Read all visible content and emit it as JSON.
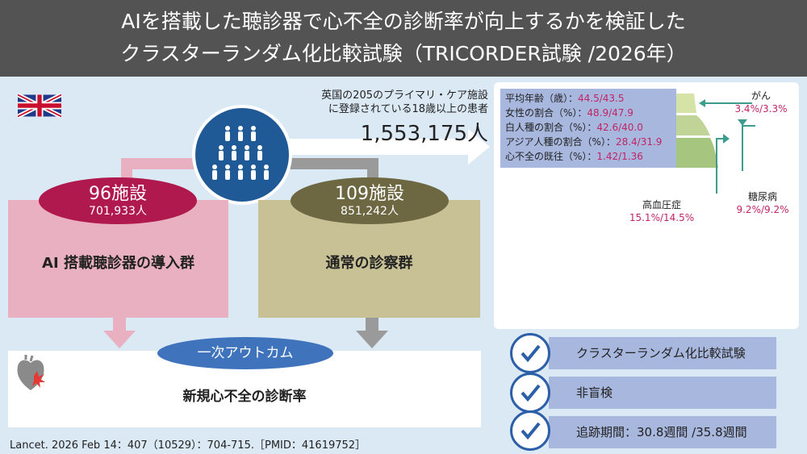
{
  "title": {
    "line1": "AIを搭載した聴診器で心不全の診断率が向上するかを検証した",
    "line2": "クラスターランダム化比較試験（TRICORDER試験 /2026年）"
  },
  "population": {
    "note_line1": "英国の205のプライマリ・ケア施設",
    "note_line2": "に登録されている18歳以上の患者",
    "total": "1,553,175人"
  },
  "groups": [
    {
      "sites": "96施設",
      "patients": "701,933人",
      "label": "AI 搭載聴診器の導入群"
    },
    {
      "sites": "109施設",
      "patients": "851,242人",
      "label": "通常の診察群"
    }
  ],
  "outcome": {
    "pill": "一次アウトカム",
    "text": "新規心不全の診断率"
  },
  "citation": "Lancet. 2026 Feb 14：407（10529）：704-715.［PMID：41619752］",
  "baseline": [
    {
      "label": "平均年齢（歳）：",
      "value": "44.5/43.5"
    },
    {
      "label": "女性の割合（%）：",
      "value": "48.9/47.9"
    },
    {
      "label": "白人種の割合（%）：",
      "value": "42.6/40.0"
    },
    {
      "label": "アジア人種の割合（%）：",
      "value": "28.4/31.9"
    },
    {
      "label": "心不全の既往（%）：",
      "value": "1.42/1.36"
    }
  ],
  "comorbidities": [
    {
      "label": "がん",
      "value": "3.4%/3.3%"
    },
    {
      "label": "糖尿病",
      "value": "9.2%/9.2%"
    },
    {
      "label": "高血圧症",
      "value": "15.1%/14.5%"
    }
  ],
  "features": [
    "クラスターランダム化比較試験",
    "非盲検",
    "追跡期間：30.8週間 /35.8週間"
  ],
  "colors": {
    "title_bg": "#535353",
    "ai_group": "#e9b0c1",
    "usual_group": "#c8c196",
    "ai_ellipse": "#b0194d",
    "usual_ellipse": "#6d6742",
    "accent_blue": "#3f74bd",
    "value_red": "#c02566",
    "teal_arrow": "#3d9c8c"
  }
}
